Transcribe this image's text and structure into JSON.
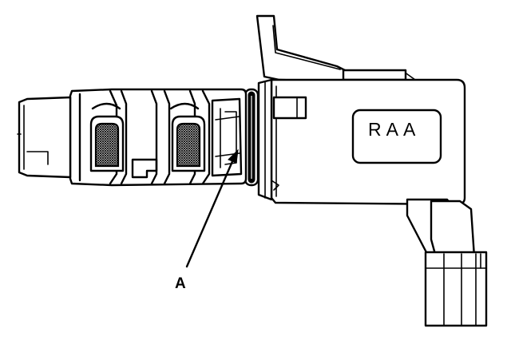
{
  "diagram": {
    "part_marking": "RAA",
    "callouts": [
      {
        "id": "A",
        "label": "A"
      }
    ]
  }
}
